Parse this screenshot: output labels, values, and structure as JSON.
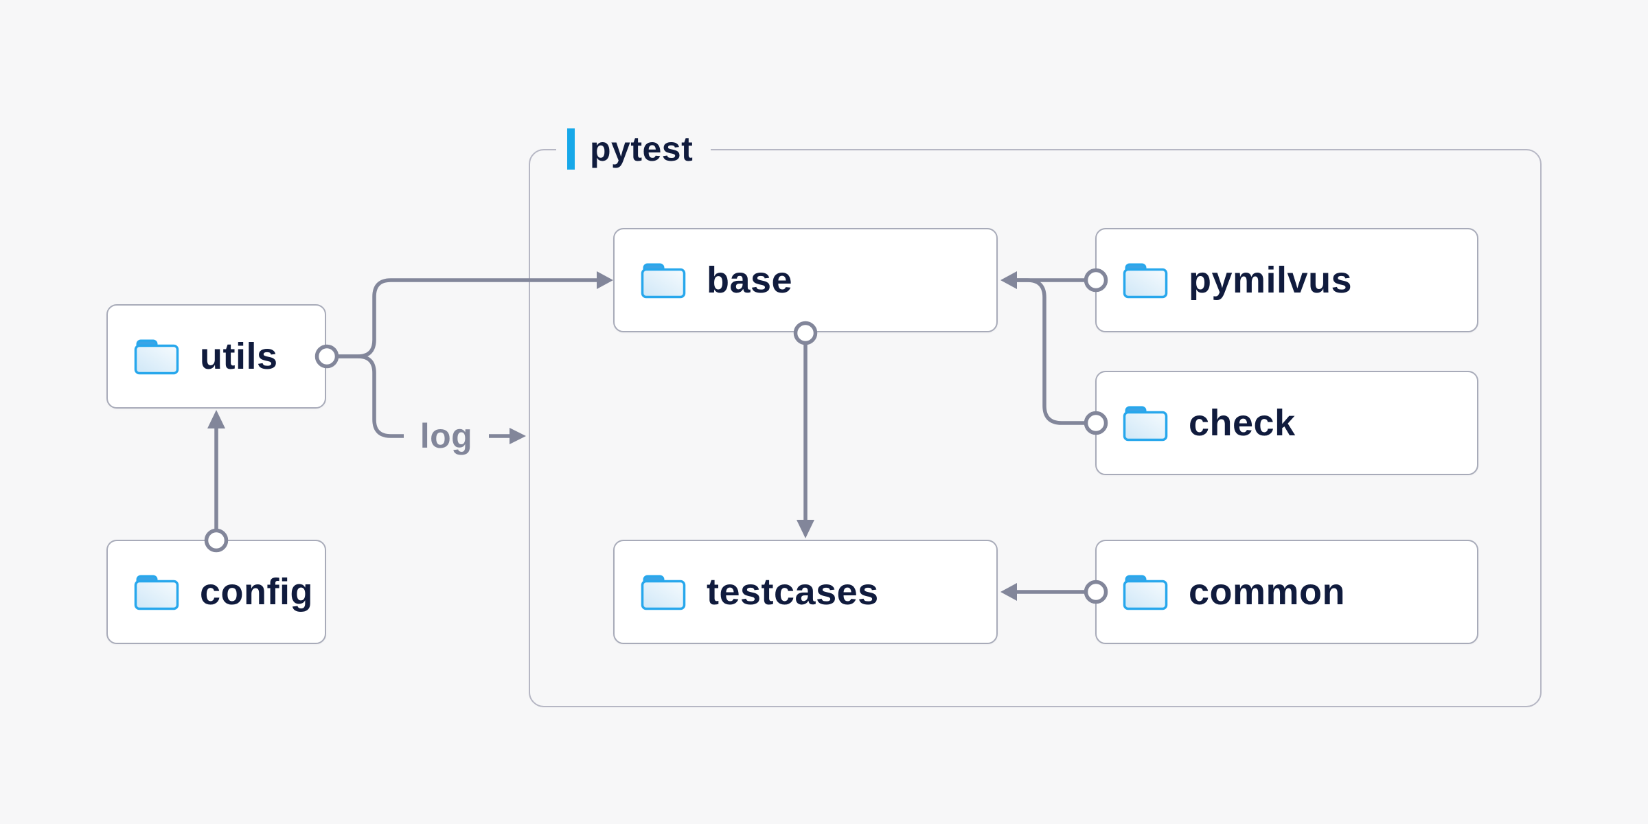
{
  "diagram": {
    "container": {
      "label": "pytest"
    },
    "nodes": {
      "utils": {
        "label": "utils"
      },
      "config": {
        "label": "config"
      },
      "base": {
        "label": "base"
      },
      "testcases": {
        "label": "testcases"
      },
      "pymilvus": {
        "label": "pymilvus"
      },
      "check": {
        "label": "check"
      },
      "common": {
        "label": "common"
      }
    },
    "edges": [
      {
        "from": "config",
        "to": "utils",
        "label": ""
      },
      {
        "from": "utils",
        "to": "base",
        "label": ""
      },
      {
        "from": "utils",
        "to": "pytest-container",
        "label": "log"
      },
      {
        "from": "pymilvus",
        "to": "base",
        "label": ""
      },
      {
        "from": "check",
        "to": "base",
        "label": ""
      },
      {
        "from": "base",
        "to": "testcases",
        "label": ""
      },
      {
        "from": "common",
        "to": "testcases",
        "label": ""
      }
    ],
    "log_label": "log"
  },
  "theme": {
    "bg": "#f7f7f8",
    "node_bg": "#ffffff",
    "node_border": "#a8abb9",
    "container_border": "#b6b7c4",
    "line_gray": "#82869a",
    "text_navy": "#101b3d",
    "accent_blue": "#17a8e9",
    "folder_stroke": "#27a7ec",
    "folder_tab": "#3aa4e6"
  }
}
